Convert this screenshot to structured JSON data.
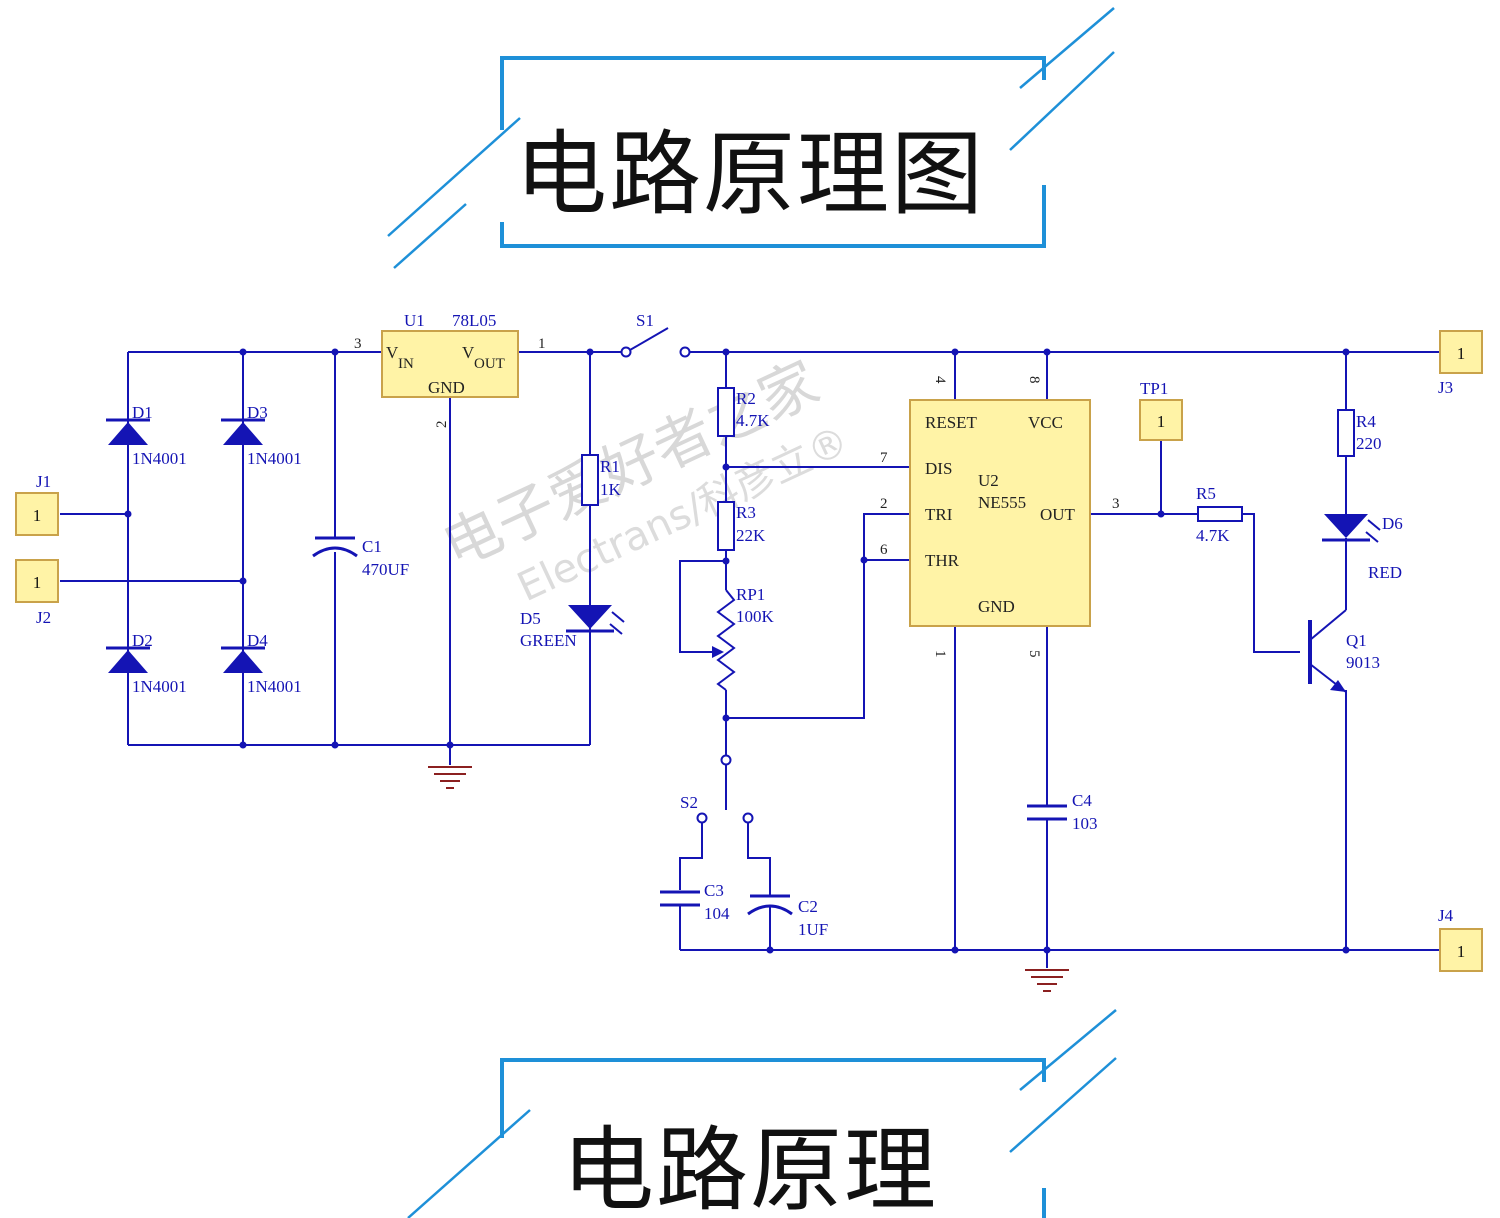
{
  "banners": {
    "top_title": "电路原理图",
    "bottom_title": "电路原理"
  },
  "watermark": {
    "line1": "电子爱好者之家",
    "line2": "Electrans/科彦立®"
  },
  "colors": {
    "wire": "#1414b4",
    "part_fill": "#fff3a6",
    "part_stroke": "#c9a24a",
    "ground": "#8b2020",
    "banner_accent": "#1e90d8"
  },
  "components": {
    "J1": {
      "ref": "J1",
      "pin": "1"
    },
    "J2": {
      "ref": "J2",
      "pin": "1"
    },
    "J3": {
      "ref": "J3",
      "pin": "1"
    },
    "J4": {
      "ref": "J4",
      "pin": "1"
    },
    "D1": {
      "ref": "D1",
      "value": "1N4001"
    },
    "D2": {
      "ref": "D2",
      "value": "1N4001"
    },
    "D3": {
      "ref": "D3",
      "value": "1N4001"
    },
    "D4": {
      "ref": "D4",
      "value": "1N4001"
    },
    "C1": {
      "ref": "C1",
      "value": "470UF"
    },
    "U1": {
      "ref": "U1",
      "value": "78L05",
      "vin": "V",
      "vin_sub": "IN",
      "vout": "V",
      "vout_sub": "OUT",
      "gnd": "GND",
      "pin_in": "3",
      "pin_out": "1",
      "pin_gnd": "2"
    },
    "S1": {
      "ref": "S1"
    },
    "R1": {
      "ref": "R1",
      "value": "1K"
    },
    "D5": {
      "ref": "D5",
      "value": "GREEN"
    },
    "R2": {
      "ref": "R2",
      "value": "4.7K"
    },
    "R3": {
      "ref": "R3",
      "value": "22K"
    },
    "RP1": {
      "ref": "RP1",
      "value": "100K"
    },
    "S2": {
      "ref": "S2"
    },
    "C3": {
      "ref": "C3",
      "value": "104"
    },
    "C2": {
      "ref": "C2",
      "value": "1UF"
    },
    "U2": {
      "ref": "U2",
      "value": "NE555",
      "reset": "RESET",
      "vcc": "VCC",
      "dis": "DIS",
      "tri": "TRI",
      "thr": "THR",
      "out": "OUT",
      "gnd": "GND",
      "p4": "4",
      "p8": "8",
      "p7": "7",
      "p2": "2",
      "p6": "6",
      "p3": "3",
      "p1": "1",
      "p5": "5"
    },
    "C4": {
      "ref": "C4",
      "value": "103"
    },
    "TP1": {
      "ref": "TP1",
      "pin": "1"
    },
    "R5": {
      "ref": "R5",
      "value": "4.7K"
    },
    "R4": {
      "ref": "R4",
      "value": "220"
    },
    "D6": {
      "ref": "D6",
      "value": "RED"
    },
    "Q1": {
      "ref": "Q1",
      "value": "9013"
    }
  }
}
